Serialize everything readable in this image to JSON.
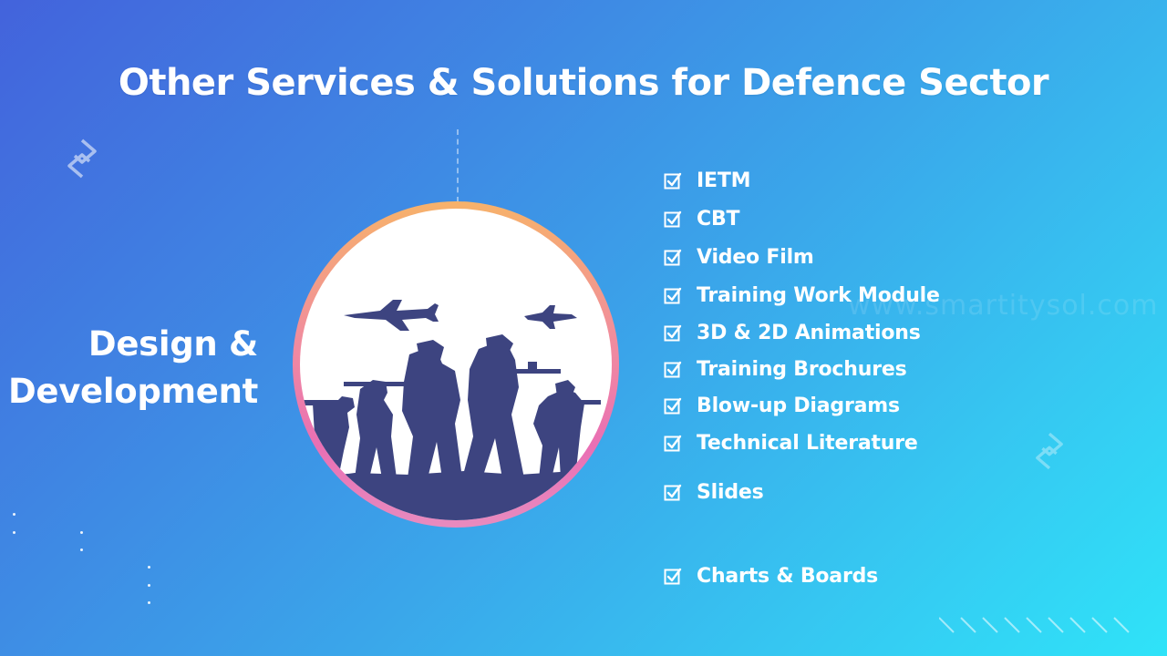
{
  "slide": {
    "title": "Other Services & Solutions for Defence Sector",
    "section_label": [
      "Design &",
      "Development"
    ],
    "watermark": "www.smartitysol.com"
  },
  "services": [
    {
      "label": "IETM",
      "checked": true
    },
    {
      "label": "CBT",
      "checked": true
    },
    {
      "label": "Video Film",
      "checked": true
    },
    {
      "label": "Training Work Module",
      "checked": true
    },
    {
      "label": "3D & 2D Animations",
      "checked": true
    },
    {
      "label": "Training Brochures",
      "checked": true
    },
    {
      "label": "Blow-up Diagrams",
      "checked": true
    },
    {
      "label": "Technical Literature",
      "checked": true
    },
    {
      "label": "Slides",
      "checked": true
    },
    {
      "label": "Charts & Boards",
      "checked": true
    }
  ],
  "image": {
    "icon": "soldiers-and-fighter-jets-silhouette",
    "silhouette_color": "#3d4480"
  },
  "colors": {
    "accent_ring_start": "#f7b26a",
    "accent_ring_end": "#e96fb4"
  }
}
